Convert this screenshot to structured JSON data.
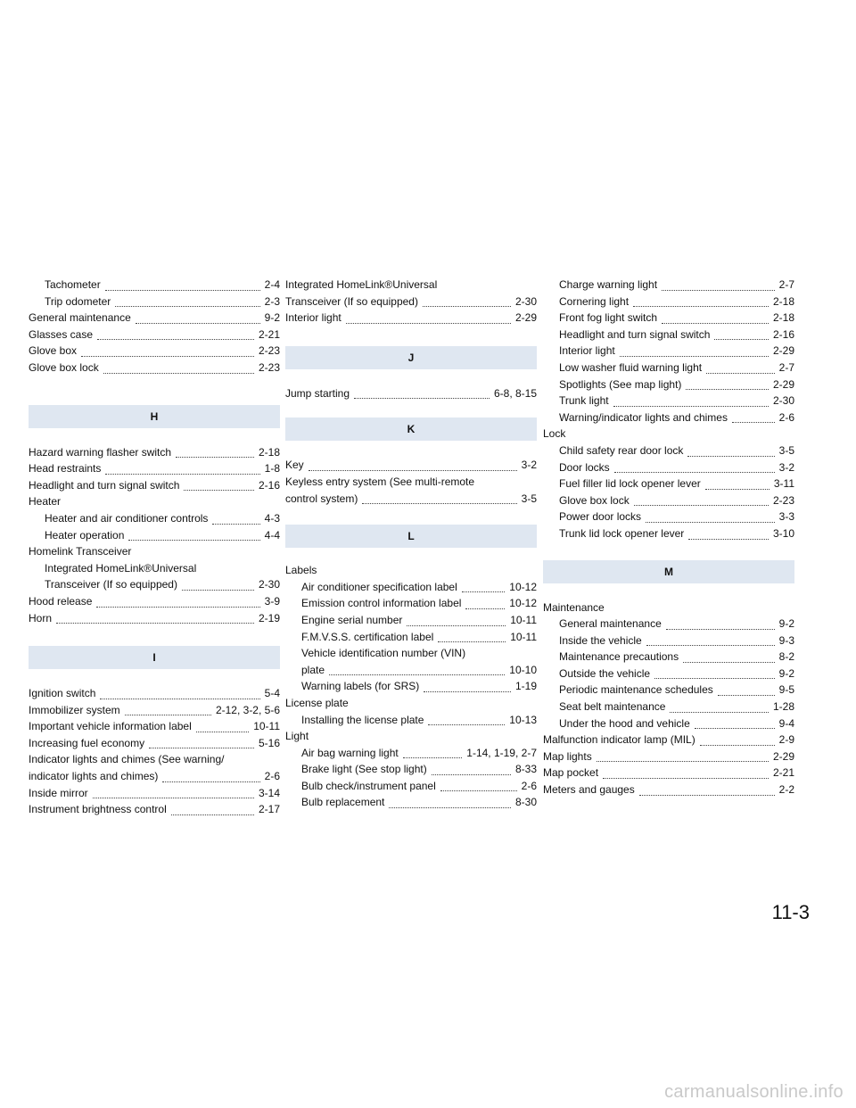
{
  "page_number": "11-3",
  "watermark": "carmanualsonline.info",
  "columns": {
    "c1": {
      "e1": {
        "lead": "Tachometer",
        "page": "2-4"
      },
      "e2": {
        "lead": "Trip odometer",
        "page": "2-3"
      },
      "e3": {
        "lead": "General maintenance",
        "page": "9-2"
      },
      "e4": {
        "lead": "Glasses case",
        "page": "2-21"
      },
      "e5": {
        "lead": "Glove box",
        "page": "2-23"
      },
      "e6": {
        "lead": "Glove box lock",
        "page": "2-23"
      },
      "h_header": "H",
      "e7": {
        "lead": "Hazard warning flasher switch",
        "page": "2-18"
      },
      "e8": {
        "lead": "Head restraints",
        "page": "1-8"
      },
      "e9": {
        "lead": "Headlight and turn signal switch",
        "page": "2-16"
      },
      "e10": {
        "text": "Heater"
      },
      "e11": {
        "lead": "Heater and air conditioner controls",
        "page": "4-3"
      },
      "e12": {
        "lead": "Heater operation",
        "page": "4-4"
      },
      "e13": {
        "text": "Homelink Transceiver"
      },
      "e14": {
        "text": "Integrated HomeLink®Universal"
      },
      "e15": {
        "lead": "Transceiver (If so equipped)",
        "page": "2-30"
      },
      "e16": {
        "lead": "Hood release",
        "page": "3-9"
      },
      "e17": {
        "lead": "Horn",
        "page": "2-19"
      },
      "i_header": "I",
      "e18": {
        "lead": "Ignition switch",
        "page": "5-4"
      },
      "e19": {
        "lead": "Immobilizer system",
        "page": "2-12, 3-2, 5-6"
      },
      "e20": {
        "lead": "Important vehicle information label",
        "page": "10-11"
      },
      "e21": {
        "lead": "Increasing fuel economy",
        "page": "5-16"
      },
      "e22": {
        "text": "Indicator lights and chimes (See warning/"
      },
      "e23": {
        "lead": "indicator lights and chimes)",
        "page": "2-6"
      },
      "e24": {
        "lead": "Inside mirror",
        "page": "3-14"
      },
      "e25": {
        "lead": "Instrument brightness control",
        "page": "2-17"
      }
    },
    "c2": {
      "e1": {
        "text": "Integrated HomeLink®Universal"
      },
      "e2": {
        "lead": "Transceiver (If so equipped)",
        "page": "2-30"
      },
      "e3": {
        "lead": "Interior light",
        "page": "2-29"
      },
      "j_header": "J",
      "e4": {
        "lead": "Jump starting",
        "page": "6-8, 8-15"
      },
      "k_header": "K",
      "e5": {
        "lead": "Key",
        "page": "3-2"
      },
      "e6": {
        "text": "Keyless entry system (See multi-remote"
      },
      "e7": {
        "lead": "control system)",
        "page": "3-5"
      },
      "l_header": "L",
      "e8": {
        "text": "Labels"
      },
      "e9": {
        "lead": "Air conditioner specification label",
        "page": "10-12"
      },
      "e10": {
        "lead": "Emission control information label",
        "page": "10-12"
      },
      "e11": {
        "lead": "Engine serial number",
        "page": "10-11"
      },
      "e12": {
        "lead": "F.M.V.S.S. certification label",
        "page": "10-11"
      },
      "e13": {
        "text": "Vehicle identification number (VIN)"
      },
      "e14": {
        "lead": "plate",
        "page": "10-10"
      },
      "e15": {
        "lead": "Warning labels (for SRS)",
        "page": "1-19"
      },
      "e16": {
        "text": "License plate"
      },
      "e17": {
        "lead": "Installing the license plate",
        "page": "10-13"
      },
      "e18": {
        "text": "Light"
      },
      "e19": {
        "lead": "Air bag warning light",
        "page": "1-14, 1-19, 2-7"
      },
      "e20": {
        "lead": "Brake light (See stop light)",
        "page": "8-33"
      },
      "e21": {
        "lead": "Bulb check/instrument panel",
        "page": "2-6"
      },
      "e22": {
        "lead": "Bulb replacement",
        "page": "8-30"
      }
    },
    "c3": {
      "e1": {
        "lead": "Charge warning light",
        "page": "2-7"
      },
      "e2": {
        "lead": "Cornering light",
        "page": "2-18"
      },
      "e3": {
        "lead": "Front fog light switch",
        "page": "2-18"
      },
      "e4": {
        "lead": "Headlight and turn signal switch",
        "page": "2-16"
      },
      "e5": {
        "lead": "Interior light",
        "page": "2-29"
      },
      "e6": {
        "lead": "Low washer fluid warning light",
        "page": "2-7"
      },
      "e7": {
        "lead": "Spotlights (See map light)",
        "page": "2-29"
      },
      "e8": {
        "lead": "Trunk light",
        "page": "2-30"
      },
      "e9": {
        "lead": "Warning/indicator lights and chimes",
        "page": "2-6"
      },
      "e10": {
        "text": "Lock"
      },
      "e11": {
        "lead": "Child safety rear door lock",
        "page": "3-5"
      },
      "e12": {
        "lead": "Door locks",
        "page": "3-2"
      },
      "e13": {
        "lead": "Fuel filler lid lock opener lever",
        "page": "3-11"
      },
      "e14": {
        "lead": "Glove box lock",
        "page": "2-23"
      },
      "e15": {
        "lead": "Power door locks",
        "page": "3-3"
      },
      "e16": {
        "lead": "Trunk lid lock opener lever",
        "page": "3-10"
      },
      "m_header": "M",
      "e17": {
        "text": "Maintenance"
      },
      "e18": {
        "lead": "General maintenance",
        "page": "9-2"
      },
      "e19": {
        "lead": "Inside the vehicle",
        "page": "9-3"
      },
      "e20": {
        "lead": "Maintenance precautions",
        "page": "8-2"
      },
      "e21": {
        "lead": "Outside the vehicle",
        "page": "9-2"
      },
      "e22": {
        "lead": "Periodic maintenance schedules",
        "page": "9-5"
      },
      "e23": {
        "lead": "Seat belt maintenance",
        "page": "1-28"
      },
      "e24": {
        "lead": "Under the hood and vehicle",
        "page": "9-4"
      },
      "e25": {
        "lead": "Malfunction indicator lamp (MIL)",
        "page": "2-9"
      },
      "e26": {
        "lead": "Map lights",
        "page": "2-29"
      },
      "e27": {
        "lead": "Map pocket",
        "page": "2-21"
      },
      "e28": {
        "lead": "Meters and gauges",
        "page": "2-2"
      }
    }
  }
}
